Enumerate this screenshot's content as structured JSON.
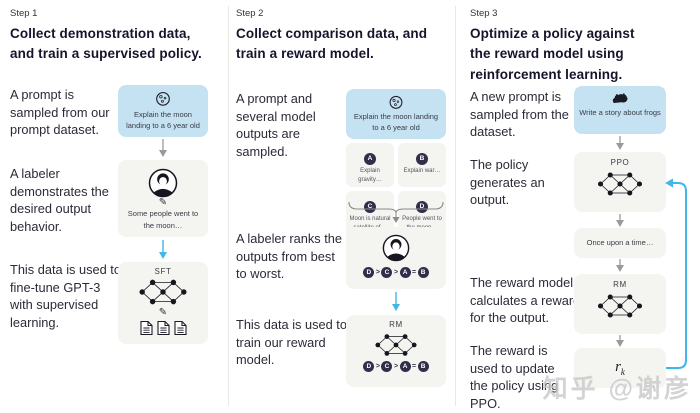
{
  "watermark": "知乎 @谢彦",
  "colors": {
    "prompt_box_blue": "#c4e2f1",
    "panel_gray": "#f4f4f1",
    "arrow_blue": "#41b6e8",
    "arrow_gray": "#9a9a9a",
    "dark_circle": "#2f2f4a"
  },
  "icons": {
    "pencil": "✎"
  },
  "step1": {
    "label": "Step 1",
    "title": "Collect demonstration data, and train a supervised policy.",
    "captions": {
      "prompt": "A prompt is sampled from our prompt dataset.",
      "labeler": "A labeler demonstrates the desired output behavior.",
      "train": "This data is used to fine-tune GPT-3 with supervised learning."
    },
    "prompt_box": {
      "text": "Explain the moon landing to a 6 year old"
    },
    "labeler_box": {
      "text": "Some people went to the moon…"
    },
    "model_box": {
      "name": "SFT"
    }
  },
  "step2": {
    "label": "Step 2",
    "title": "Collect comparison data, and train a reward model.",
    "captions": {
      "prompt": "A prompt and several model outputs are sampled.",
      "labeler": "A labeler ranks the outputs from best to worst.",
      "train": "This data is used to train our reward model."
    },
    "prompt_box": {
      "text": "Explain the moon landing to a 6 year old"
    },
    "outputs": [
      {
        "key": "A",
        "text": "Explain gravity…"
      },
      {
        "key": "B",
        "text": "Explain war…"
      },
      {
        "key": "C",
        "text": "Moon is natural satellite of…"
      },
      {
        "key": "D",
        "text": "People went to the moon…"
      }
    ],
    "ranking": [
      "D",
      ">",
      "C",
      ">",
      "A",
      "=",
      "B"
    ],
    "model_box": {
      "name": "RM"
    }
  },
  "step3": {
    "label": "Step 3",
    "title": "Optimize a policy against the reward model using reinforcement learning.",
    "captions": {
      "prompt": "A new prompt is sampled from the dataset.",
      "policy": "The policy generates an output.",
      "reward": "The reward model calculates a reward for the output.",
      "update": "The reward is used to update the policy using PPO."
    },
    "prompt_box": {
      "text": "Write a story about frogs"
    },
    "policy_box": {
      "name": "PPO"
    },
    "output_box": {
      "text": "Once upon a time…"
    },
    "reward_box": {
      "name": "RM"
    },
    "reward_value": {
      "base": "r",
      "sub": "k"
    }
  }
}
